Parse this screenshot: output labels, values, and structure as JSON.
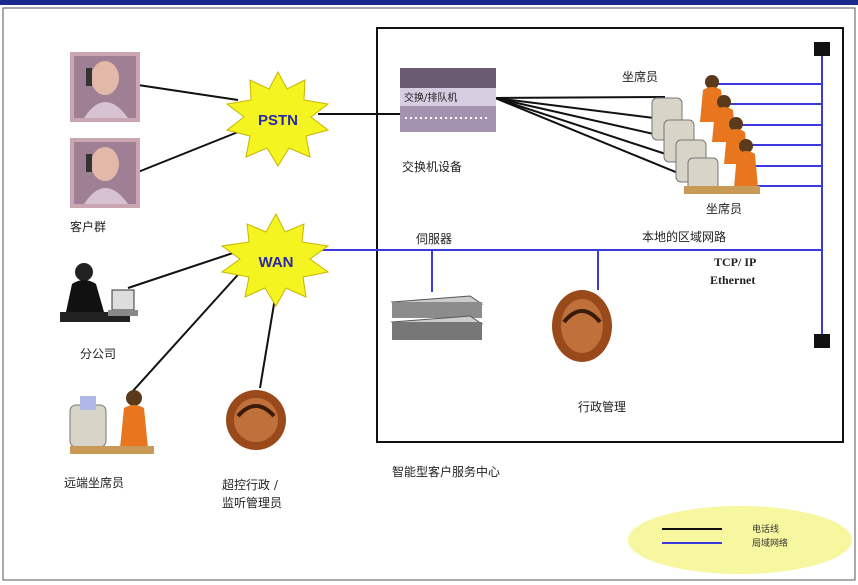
{
  "clouds": {
    "pstn": "PSTN",
    "wan": "WAN"
  },
  "labels": {
    "customers": "客户群",
    "branch": "分公司",
    "remote_agent": "远端坐席员",
    "supervisor_line1": "超控行政 /",
    "supervisor_line2": "监听管理员",
    "switch_device": "交换/排队机",
    "switch_caption": "交换机设备",
    "agents_top": "坐席员",
    "agents_bottom": "坐席员",
    "lan": "本地的区域网路",
    "tcpip": "TCP/ IP",
    "ethernet": "Ethernet",
    "server": "伺服器",
    "admin": "行政管理",
    "center": "智能型客户服务中心"
  },
  "legend": {
    "phone_line": "电话线",
    "lan_line": "局域网络"
  },
  "colors": {
    "phone_line": "#111111",
    "lan_line": "#3a3ae0",
    "burst": "#f4f421",
    "legend_bg": "#f7f7a0",
    "top_bar": "#1a2a8c"
  }
}
